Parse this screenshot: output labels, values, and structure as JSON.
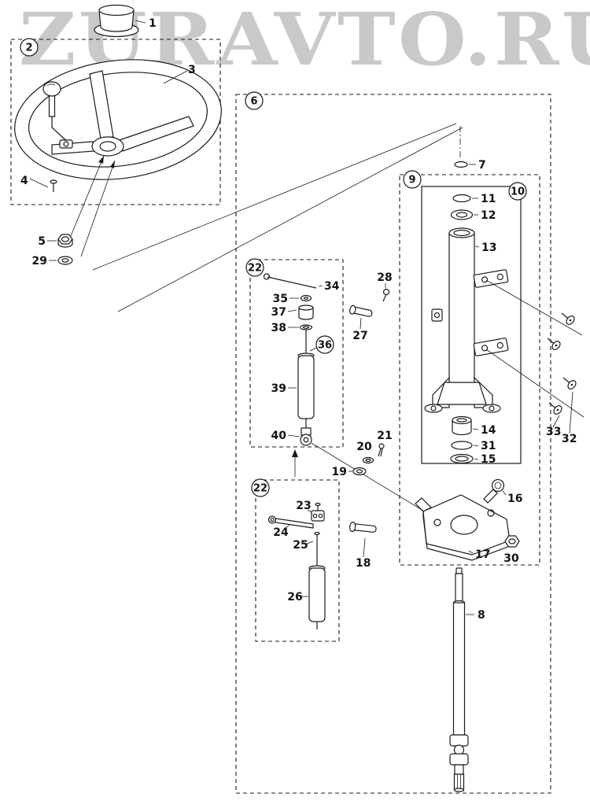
{
  "watermark": {
    "text": "ZURAVTO.RU"
  },
  "colors": {
    "line": "#1a1a1a",
    "watermark": "#c9c9c9",
    "background": "#ffffff"
  },
  "callouts": {
    "n1": "1",
    "n2": "2",
    "n3": "3",
    "n4": "4",
    "n5": "5",
    "n6": "6",
    "n7": "7",
    "n8": "8",
    "n9": "9",
    "n10": "10",
    "n11": "11",
    "n12": "12",
    "n13": "13",
    "n14": "14",
    "n15": "15",
    "n16": "16",
    "n17": "17",
    "n18": "18",
    "n19": "19",
    "n20": "20",
    "n21": "21",
    "n22a": "22",
    "n22b": "22",
    "n23": "23",
    "n24": "24",
    "n25": "25",
    "n26": "26",
    "n27": "27",
    "n28": "28",
    "n29": "29",
    "n30": "30",
    "n31": "31",
    "n32": "32",
    "n33": "33",
    "n34": "34",
    "n35": "35",
    "n36": "36",
    "n37": "37",
    "n38": "38",
    "n39": "39",
    "n40": "40"
  }
}
